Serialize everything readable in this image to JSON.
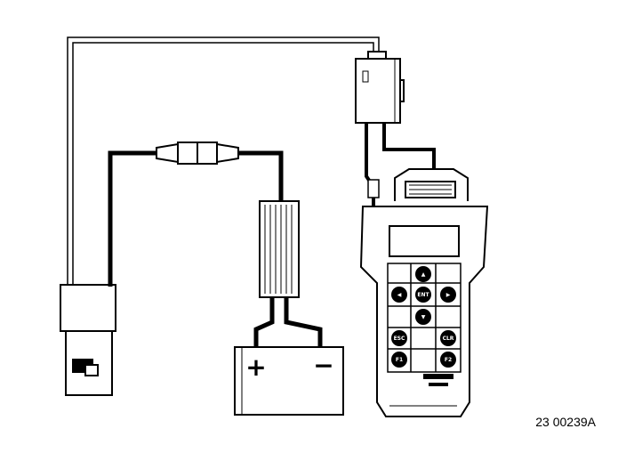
{
  "figure": {
    "reference_code": "23 00239A"
  },
  "battery": {
    "positive_symbol": "+",
    "negative_symbol": "−"
  },
  "keypad": {
    "keys": [
      "▲",
      "◀",
      "ENT",
      "▶",
      "▼",
      "ESC",
      "CLR",
      "F1",
      "F2"
    ]
  },
  "colors": {
    "line": "#000000",
    "background": "#ffffff"
  }
}
